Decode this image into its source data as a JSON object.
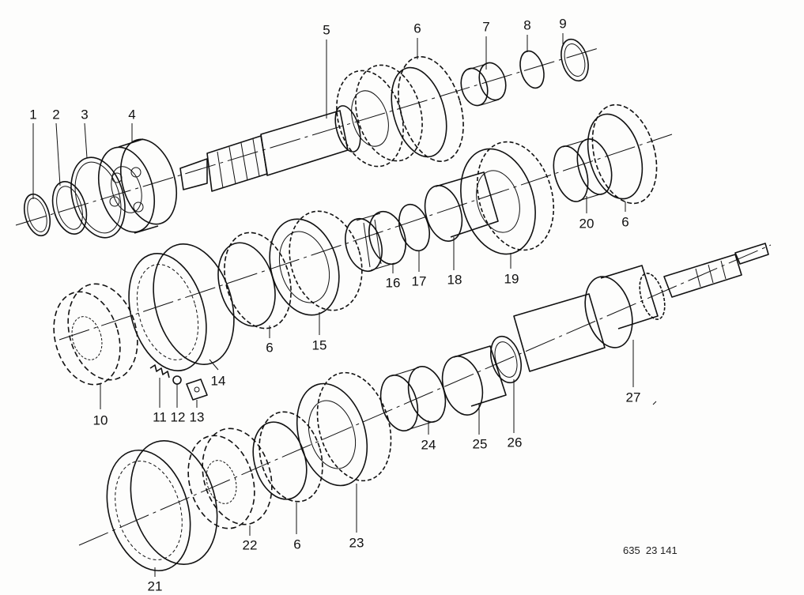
{
  "figure_code": "635  23 141",
  "callouts": {
    "c1": "1",
    "c2": "2",
    "c3": "3",
    "c4": "4",
    "c5": "5",
    "c6a": "6",
    "c6b": "6",
    "c6c": "6",
    "c6d": "6",
    "c7": "7",
    "c8": "8",
    "c9": "9",
    "c10": "10",
    "c11": "11",
    "c12": "12",
    "c13": "13",
    "c14": "14",
    "c15": "15",
    "c16": "16",
    "c17": "17",
    "c18": "18",
    "c19": "19",
    "c20": "20",
    "c21": "21",
    "c22": "22",
    "c23": "23",
    "c24": "24",
    "c25": "25",
    "c26": "26",
    "c27": "27"
  }
}
